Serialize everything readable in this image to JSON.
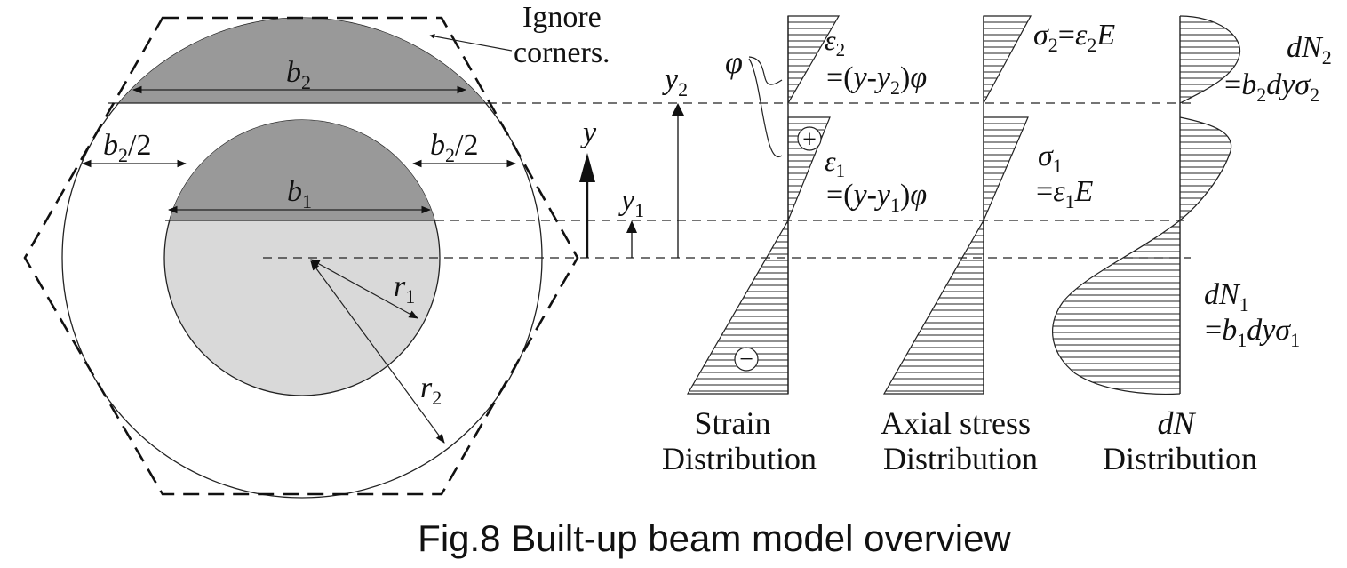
{
  "labels": {
    "ignore_corners_line1": "Ignore",
    "ignore_corners_line2": "corners.",
    "b2": "b",
    "b2_sub": "2",
    "b1": "b",
    "b1_sub": "1",
    "b2_half_left_b": "b",
    "b2_half_left_sub": "2",
    "b2_half_left_tail": "/2",
    "b2_half_right_b": "b",
    "b2_half_right_sub": "2",
    "b2_half_right_tail": "/2",
    "r1": "r",
    "r1_sub": "1",
    "r2": "r",
    "r2_sub": "2",
    "y_axis": "y",
    "y1": "y",
    "y1_sub": "1",
    "y2": "y",
    "y2_sub": "2",
    "phi": "φ"
  },
  "strain": {
    "eps2_sym": "ε",
    "eps2_sub": "2",
    "eps2_expr_a": "=(",
    "eps2_expr_y": "y",
    "eps2_expr_b": "-",
    "eps2_expr_y2": "y",
    "eps2_expr_y2_sub": "2",
    "eps2_expr_c": ")",
    "eps2_expr_phi": "φ",
    "eps1_sym": "ε",
    "eps1_sub": "1",
    "eps1_expr_a": "=(",
    "eps1_expr_y": "y",
    "eps1_expr_b": "-",
    "eps1_expr_y1": "y",
    "eps1_expr_y1_sub": "1",
    "eps1_expr_c": ")",
    "eps1_expr_phi": "φ",
    "plus": "+",
    "minus": "−",
    "title_line1": "Strain",
    "title_line2": "Distribution"
  },
  "stress": {
    "sigma2_sym": "σ",
    "sigma2_sub": "2",
    "sigma2_eq": "=",
    "sigma2_eps": "ε",
    "sigma2_eps_sub": "2",
    "sigma2_E": "E",
    "sigma1_sym": "σ",
    "sigma1_sub": "1",
    "sigma1_eq": "=",
    "sigma1_eps": "ε",
    "sigma1_eps_sub": "1",
    "sigma1_E": "E",
    "title_line1": "Axial stress",
    "title_line2": "Distribution"
  },
  "dn": {
    "dN2_d": "dN",
    "dN2_sub": "2",
    "dN2_eq": "=",
    "dN2_b": "b",
    "dN2_b_sub": "2",
    "dN2_dy": "dy",
    "dN2_sigma": "σ",
    "dN2_sigma_sub": "2",
    "dN1_d": "dN",
    "dN1_sub": "1",
    "dN1_eq": "=",
    "dN1_b": "b",
    "dN1_b_sub": "1",
    "dN1_dy": "dy",
    "dN1_sigma": "σ",
    "dN1_sigma_sub": "1",
    "title_line1": "dN",
    "title_line2": "Distribution"
  },
  "caption": "Fig.8 Built-up beam model overview",
  "colors": {
    "outer_segment_fill": "#999999",
    "inner_segment_fill": "#999999",
    "inner_circle_fill": "#d9d9d9",
    "line": "#222222"
  }
}
